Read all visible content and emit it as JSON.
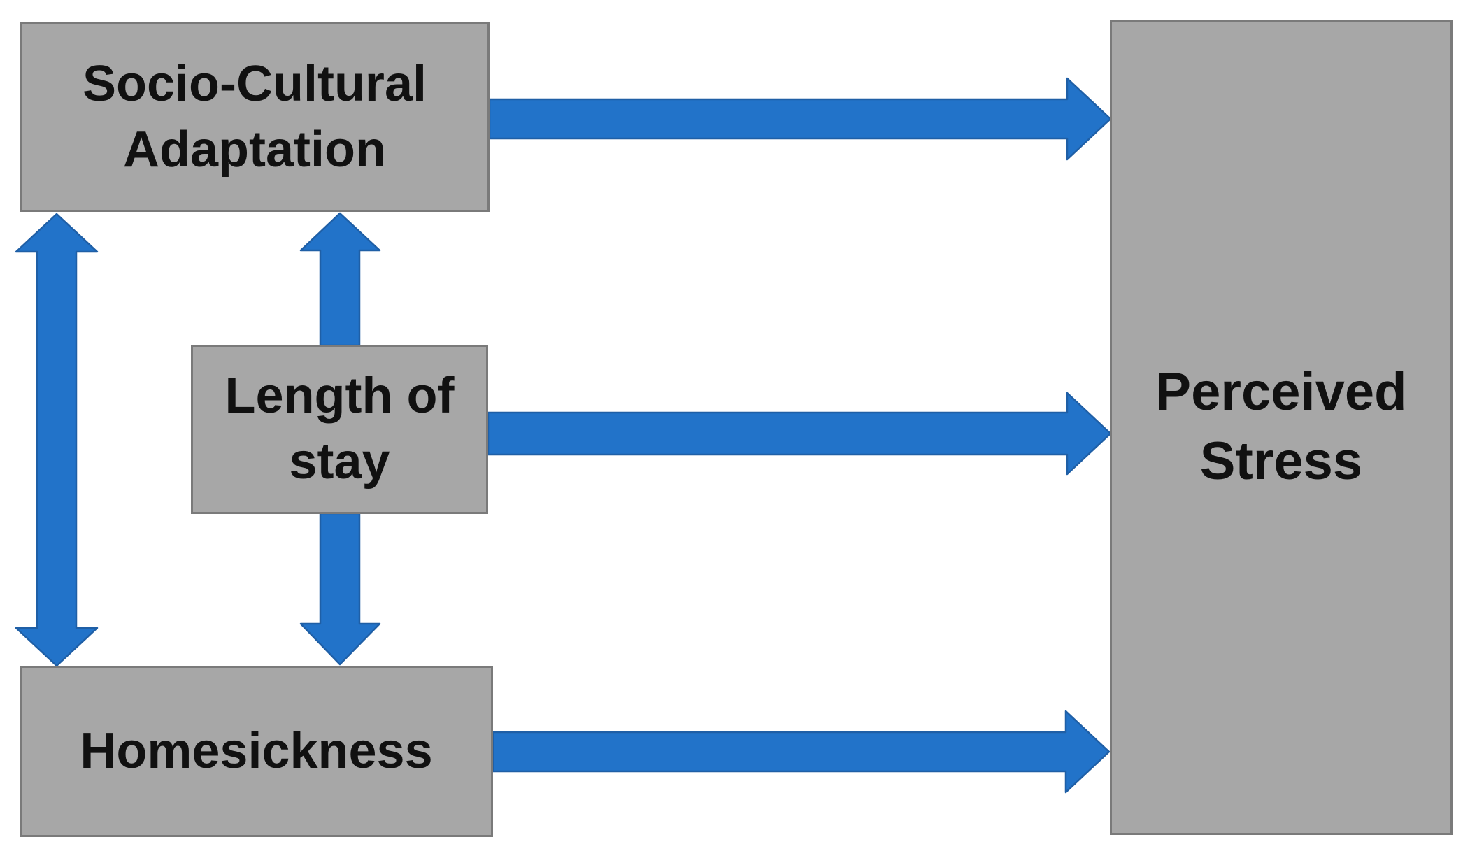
{
  "figure": {
    "type": "conceptual-model-diagram",
    "nodes": {
      "socio_cultural_adaptation": {
        "line1": "Socio-Cultural",
        "line2": "Adaptation"
      },
      "length_of_stay": {
        "line1": "Length of",
        "line2": "stay"
      },
      "homesickness": {
        "line1": "Homesickness"
      },
      "perceived_stress": {
        "line1": "Perceived",
        "line2": "Stress"
      }
    },
    "edges": [
      {
        "from": "Socio-Cultural Adaptation",
        "to": "Perceived Stress",
        "style": "single-headed",
        "direction": "right"
      },
      {
        "from": "Length of stay",
        "to": "Perceived Stress",
        "style": "single-headed",
        "direction": "right"
      },
      {
        "from": "Homesickness",
        "to": "Perceived Stress",
        "style": "single-headed",
        "direction": "right"
      },
      {
        "from": "Socio-Cultural Adaptation",
        "to": "Homesickness",
        "style": "double-headed",
        "direction": "vertical"
      },
      {
        "from": "Length of stay",
        "to": "Socio-Cultural Adaptation",
        "style": "single-headed",
        "direction": "up"
      },
      {
        "from": "Length of stay",
        "to": "Homesickness",
        "style": "single-headed",
        "direction": "down"
      }
    ],
    "colors": {
      "box_fill": "#a7a7a7",
      "box_border": "#7a7a7a",
      "arrow_fill": "#2273c9",
      "arrow_border": "#1f5fa6",
      "text": "#111111",
      "background": "#ffffff"
    }
  }
}
